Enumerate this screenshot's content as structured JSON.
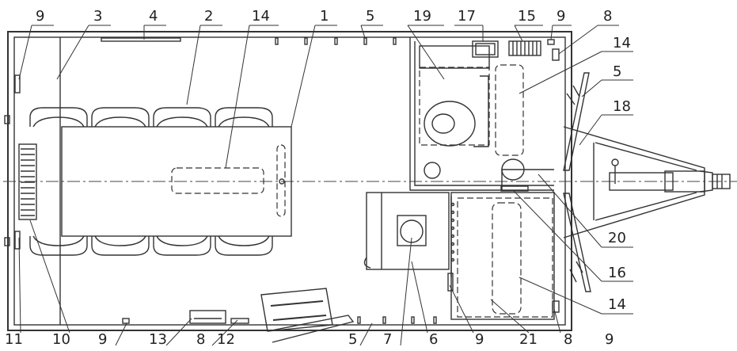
{
  "callouts": {
    "top": [
      "9",
      "3",
      "4",
      "2",
      "14",
      "1",
      "5",
      "19",
      "17",
      "15",
      "9",
      "8"
    ],
    "right": [
      "14",
      "5",
      "18",
      "20",
      "16",
      "14",
      "9"
    ],
    "bottom": [
      "11",
      "10",
      "9",
      "13",
      "8",
      "12",
      "5",
      "7",
      "6",
      "9",
      "21",
      "8"
    ]
  }
}
